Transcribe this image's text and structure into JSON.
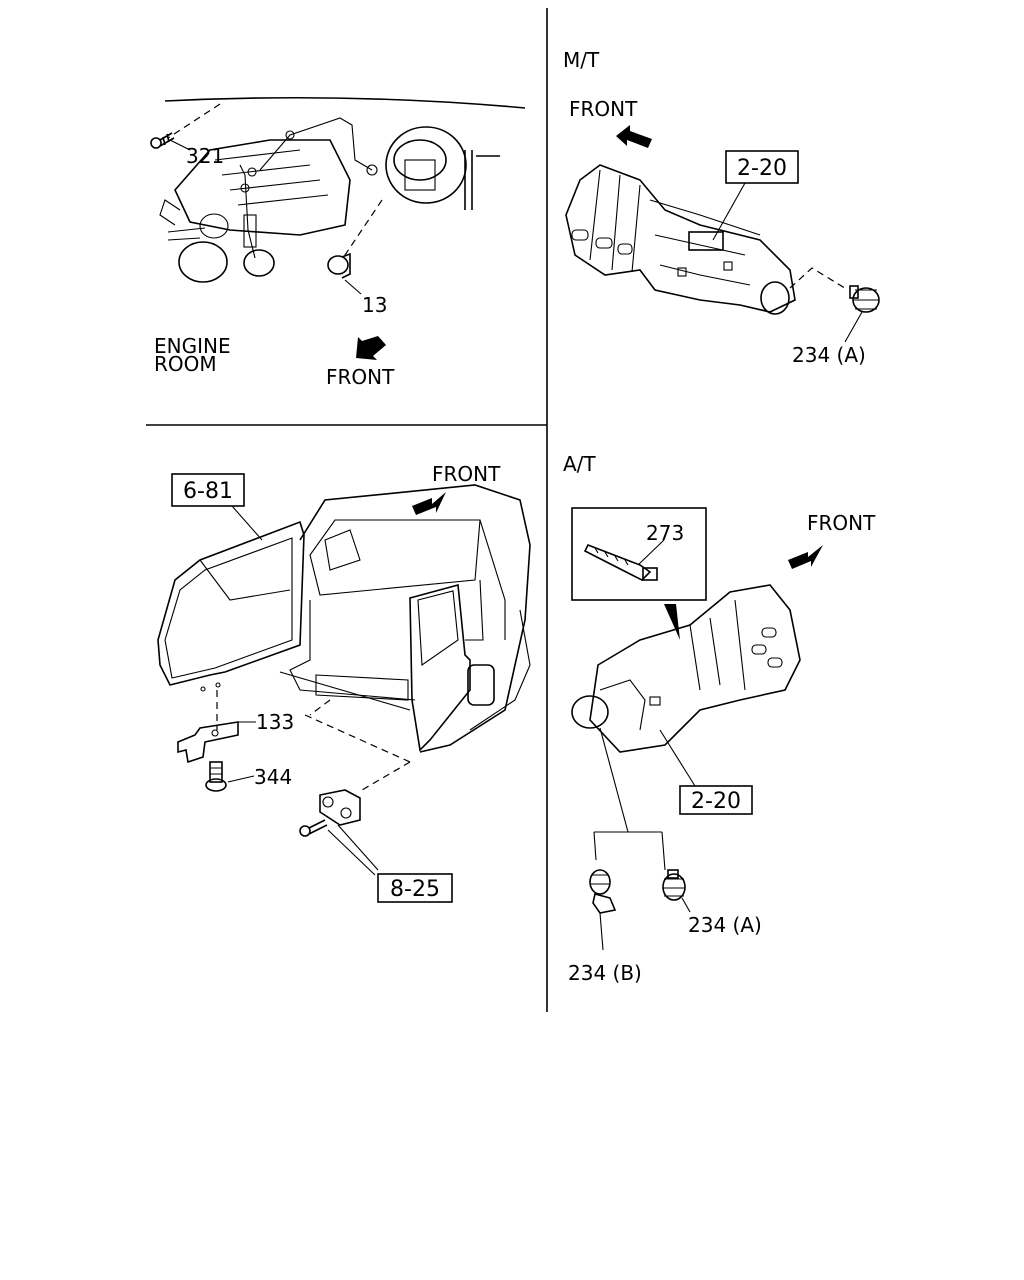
{
  "panels": {
    "engine_room": {
      "area_label_line1": "ENGINE",
      "area_label_line2": "ROOM",
      "front_label": "FRONT",
      "callouts": {
        "p321": "321",
        "p13": "13"
      }
    },
    "manual_transmission": {
      "heading": "M/T",
      "front_label": "FRONT",
      "ref_box": "2-20",
      "callouts": {
        "p234a": "234 (A)"
      }
    },
    "rear_body": {
      "front_label": "FRONT",
      "ref_box_door": "6-81",
      "ref_box_clip": "8-25",
      "callouts": {
        "p133": "133",
        "p344": "344"
      }
    },
    "automatic_transmission": {
      "heading": "A/T",
      "front_label": "FRONT",
      "ref_box": "2-20",
      "inset_callout": "273",
      "callouts": {
        "p234a": "234 (A)",
        "p234b": "234 (B)"
      }
    }
  }
}
